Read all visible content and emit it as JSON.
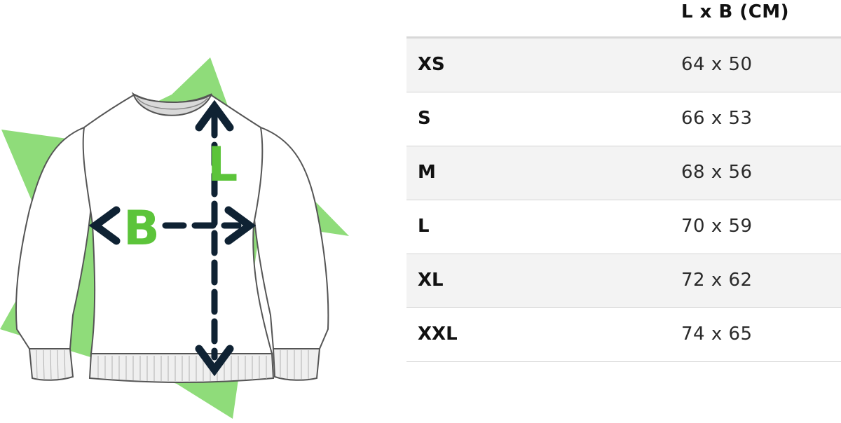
{
  "illustration": {
    "length_letter": "L",
    "width_letter": "B",
    "accent_color": "#5cc43a",
    "star_color": "#8fdc7a",
    "arrow_color": "#0f2233",
    "icon": "sweatshirt-icon"
  },
  "table": {
    "header": "L x B (CM)",
    "rows": [
      {
        "size": "XS",
        "dims": "64 x 50"
      },
      {
        "size": "S",
        "dims": "66 x 53"
      },
      {
        "size": "M",
        "dims": "68 x 56"
      },
      {
        "size": "L",
        "dims": "70 x 59"
      },
      {
        "size": "XL",
        "dims": "72 x 62"
      },
      {
        "size": "XXL",
        "dims": "74 x 65"
      }
    ]
  }
}
